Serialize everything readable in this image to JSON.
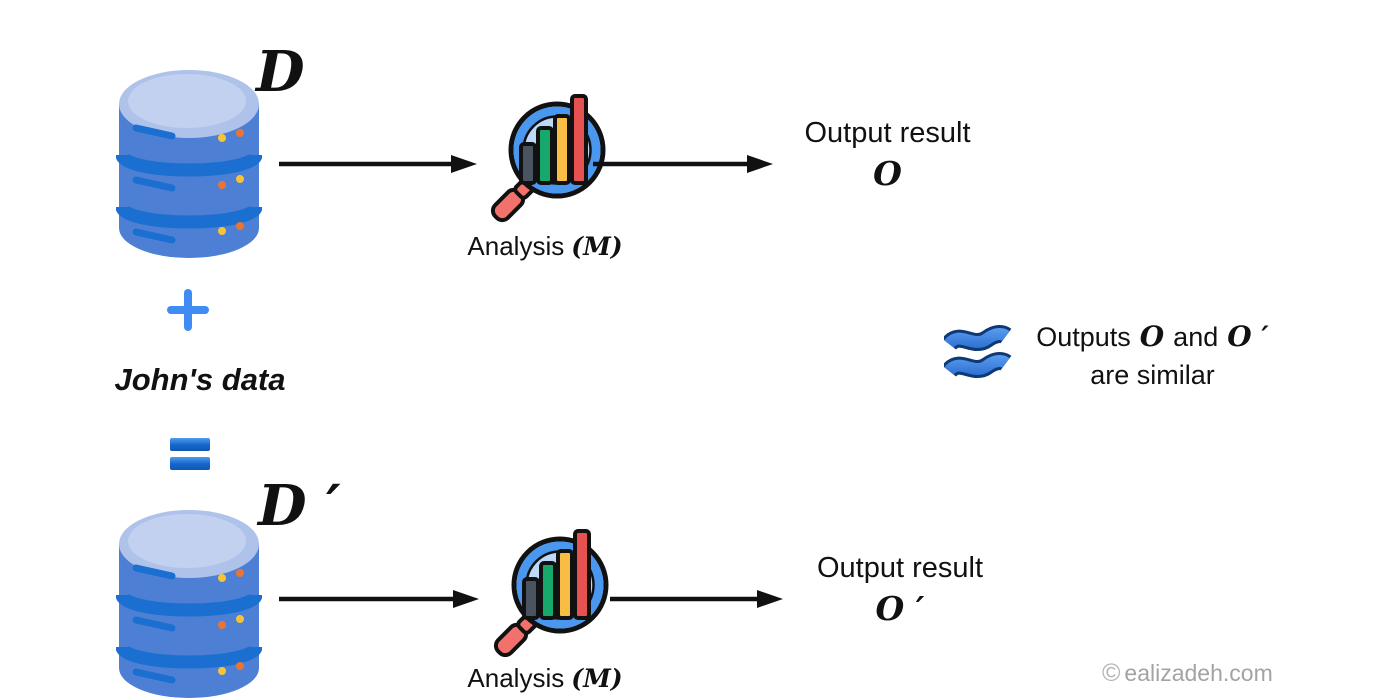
{
  "top_flow": {
    "database_label": "D",
    "analysis_label": "Analysis",
    "analysis_symbol": "(M)",
    "output_label": "Output result",
    "output_symbol": "O"
  },
  "addition": {
    "plus_symbol": "+",
    "added_record_label": "John's data",
    "equals_symbol": "="
  },
  "bottom_flow": {
    "database_label": "D ′",
    "analysis_label": "Analysis",
    "analysis_symbol": "(M)",
    "output_label": "Output result",
    "output_symbol": "O ′"
  },
  "similarity": {
    "line1_prefix": "Outputs",
    "line1_symbol1": "O",
    "line1_conjunction": "and",
    "line1_symbol2": "O ′",
    "line2": "are similar"
  },
  "watermark": {
    "symbol": "©",
    "text": "ealizadeh.com"
  },
  "icons": {
    "database": "blue-database-cylinder-icon",
    "analysis": "magnifying-glass-bar-chart-icon",
    "approx": "blue-wavy-approx-equal-icon",
    "plus": "blue-plus-icon",
    "equals": "blue-equals-icon",
    "arrow": "black-right-arrow"
  },
  "colors": {
    "db_body": "#4d80d5",
    "db_top": "#b5c8ec",
    "db_band": "#1a6fd0",
    "dot_orange": "#ec7433",
    "dot_yellow": "#f6c437",
    "magnifier_ring": "#4a97f0",
    "magnifier_glass": "#bdd9f8",
    "bar_slate": "#4a5461",
    "bar_green": "#17a96b",
    "bar_amber": "#f7bd45",
    "bar_red": "#e65252",
    "handle_red": "#f3716b",
    "plus_blue": "#3f8cf5",
    "equals_blue": "#1565c8",
    "wave_blue": "#2e72d9",
    "arrow_black": "#111111",
    "watermark_gray": "#a3a3a3"
  }
}
